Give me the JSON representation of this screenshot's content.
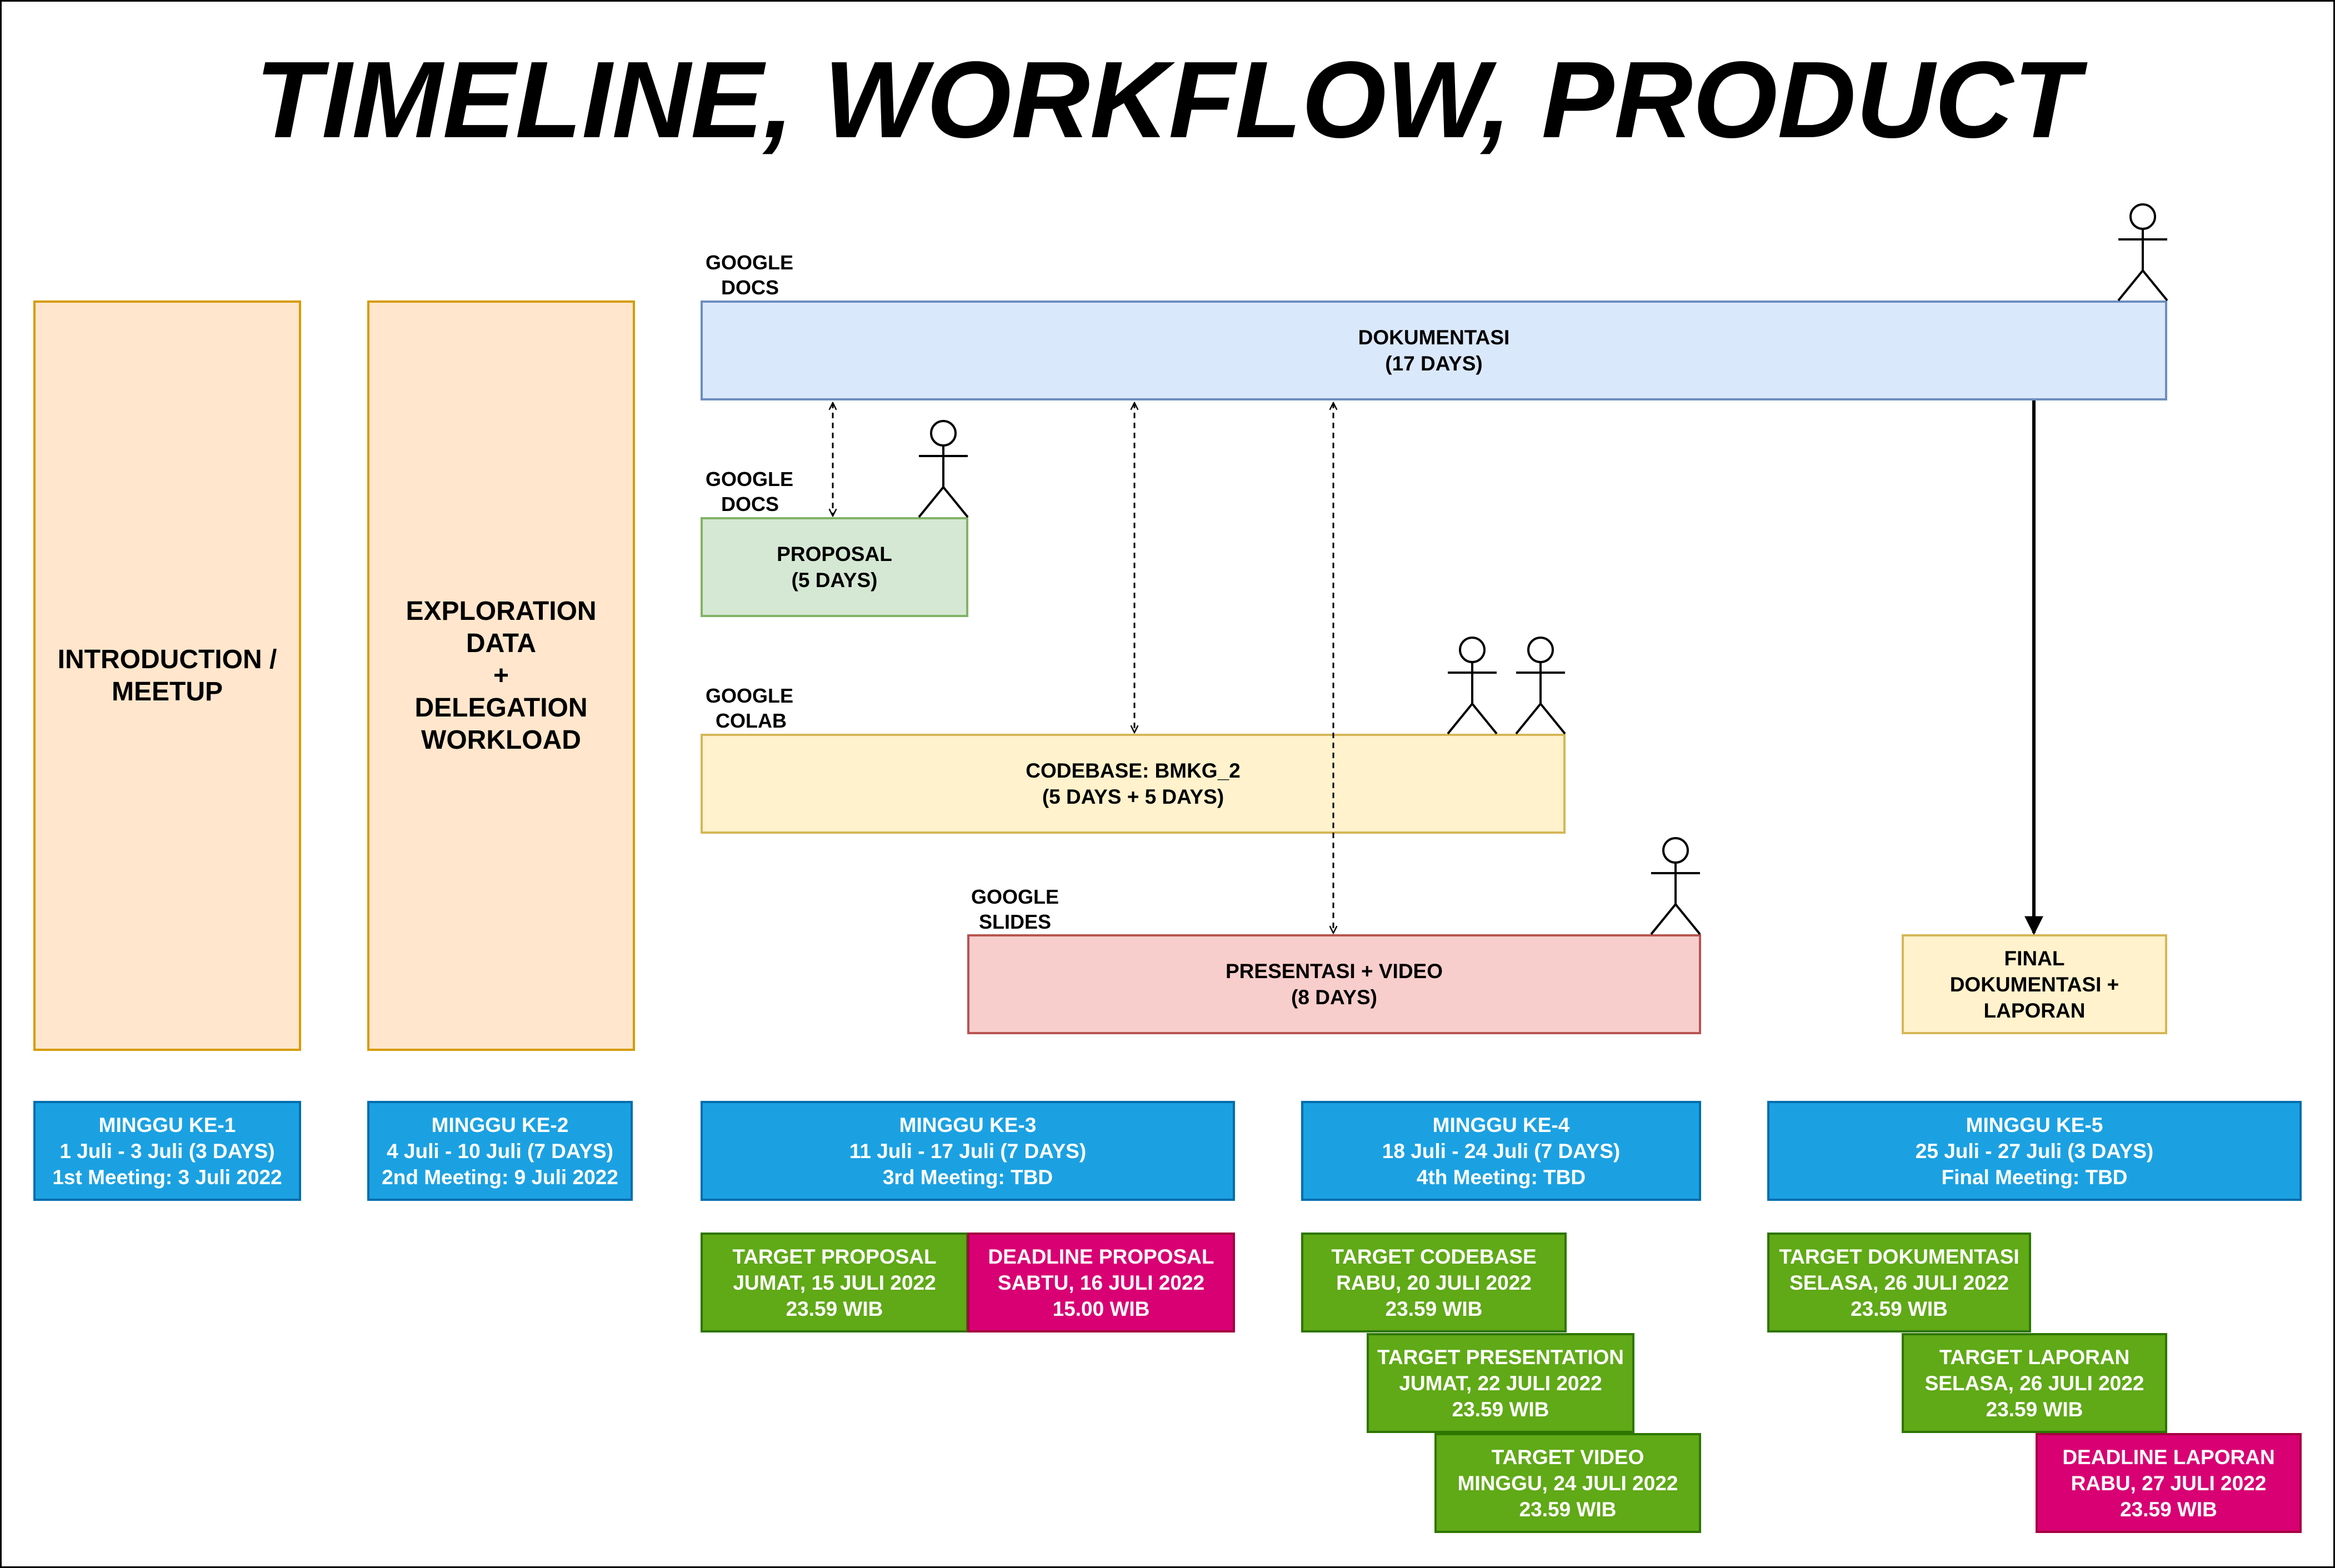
{
  "title": "TIMELINE, WORKFLOW, PRODUCT",
  "phases": {
    "intro": [
      "INTRODUCTION /",
      "MEETUP"
    ],
    "exploration": [
      "EXPLORATION",
      "DATA",
      "+",
      "DELEGATION",
      "WORKLOAD"
    ]
  },
  "tools": {
    "dokumentasi": [
      "GOOGLE",
      "DOCS"
    ],
    "proposal": [
      "GOOGLE",
      "DOCS"
    ],
    "codebase": [
      "GOOGLE",
      "COLAB"
    ],
    "presentasi": [
      "GOOGLE",
      "SLIDES"
    ]
  },
  "tasks": {
    "dokumentasi": [
      "DOKUMENTASI",
      "(17 DAYS)"
    ],
    "proposal": [
      "PROPOSAL",
      "(5 DAYS)"
    ],
    "codebase": [
      "CODEBASE: BMKG_2",
      "(5 DAYS + 5 DAYS)"
    ],
    "presentasi": [
      "PRESENTASI + VIDEO",
      "(8 DAYS)"
    ],
    "final": [
      "FINAL",
      "DOKUMENTASI +",
      "LAPORAN"
    ]
  },
  "weeks": [
    [
      "MINGGU KE-1",
      "1 Juli - 3 Juli (3 DAYS)",
      "1st Meeting: 3 Juli 2022"
    ],
    [
      "MINGGU KE-2",
      "4 Juli - 10 Juli (7 DAYS)",
      "2nd Meeting: 9 Juli 2022"
    ],
    [
      "MINGGU KE-3",
      "11 Juli - 17 Juli (7 DAYS)",
      "3rd Meeting: TBD"
    ],
    [
      "MINGGU KE-4",
      "18 Juli - 24 Juli (7 DAYS)",
      "4th Meeting: TBD"
    ],
    [
      "MINGGU KE-5",
      "25 Juli - 27 Juli (3 DAYS)",
      "Final Meeting: TBD"
    ]
  ],
  "milestones": {
    "target_proposal": [
      "TARGET PROPOSAL",
      "JUMAT, 15 JULI 2022",
      "23.59 WIB"
    ],
    "deadline_proposal": [
      "DEADLINE PROPOSAL",
      "SABTU, 16 JULI 2022",
      "15.00 WIB"
    ],
    "target_codebase": [
      "TARGET CODEBASE",
      "RABU, 20 JULI 2022",
      "23.59 WIB"
    ],
    "target_presentation": [
      "TARGET PRESENTATION",
      "JUMAT, 22 JULI 2022",
      "23.59 WIB"
    ],
    "target_video": [
      "TARGET VIDEO",
      "MINGGU, 24 JULI 2022",
      "23.59 WIB"
    ],
    "target_dokumentasi": [
      "TARGET DOKUMENTASI",
      "SELASA, 26 JULI 2022",
      "23.59 WIB"
    ],
    "target_laporan": [
      "TARGET LAPORAN",
      "SELASA, 26 JULI 2022",
      "23.59 WIB"
    ],
    "deadline_laporan": [
      "DEADLINE LAPORAN",
      "RABU, 27 JULI 2022",
      "23.59 WIB"
    ]
  },
  "icons": {
    "assignee": "stick-figure-icon"
  }
}
